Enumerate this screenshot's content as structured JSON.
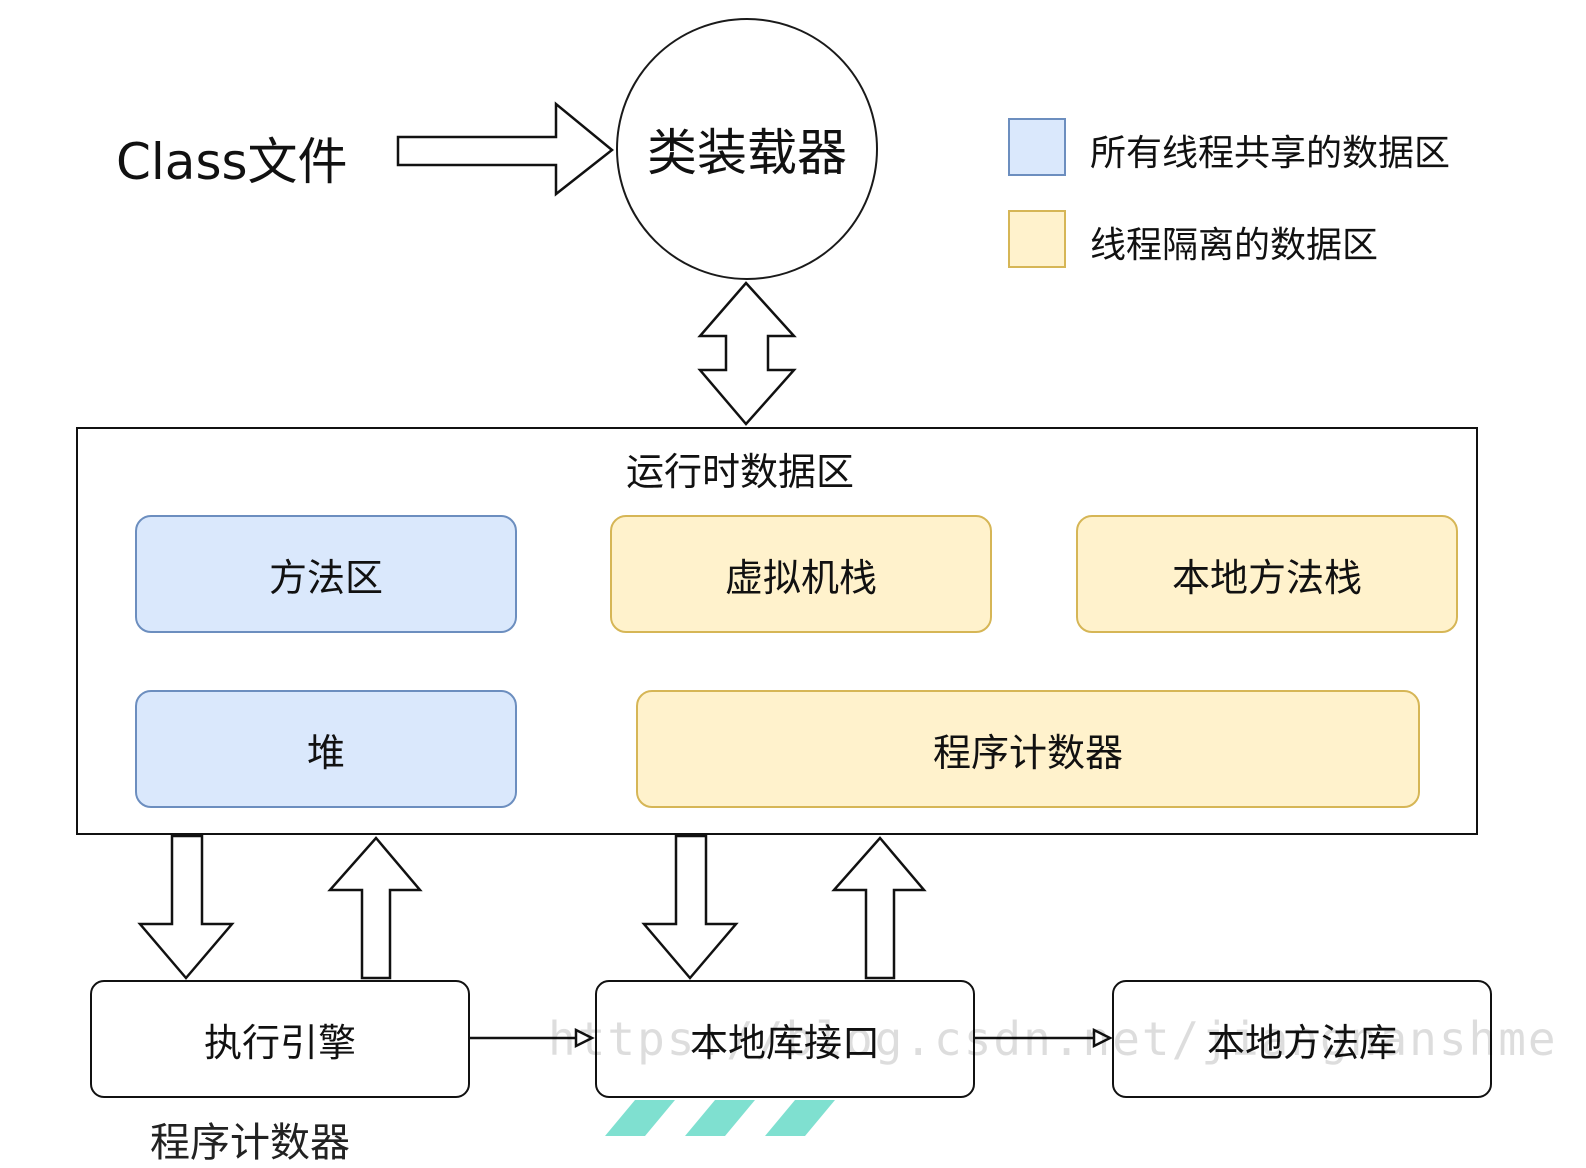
{
  "class_file": {
    "label": "Class文件"
  },
  "class_loader": {
    "label": "类装载器"
  },
  "legend": [
    {
      "label": "所有线程共享的数据区",
      "color": "#dae8fc",
      "border": "#6c8ebf"
    },
    {
      "label": "线程隔离的数据区",
      "color": "#fff2cc",
      "border": "#d6b656"
    }
  ],
  "runtime": {
    "title": "运行时数据区",
    "regions": [
      {
        "label": "方法区",
        "kind": "shared"
      },
      {
        "label": "虚拟机栈",
        "kind": "isolated"
      },
      {
        "label": "本地方法栈",
        "kind": "isolated"
      },
      {
        "label": "堆",
        "kind": "shared"
      },
      {
        "label": "程序计数器",
        "kind": "isolated"
      }
    ]
  },
  "bottom": {
    "execution_engine": "执行引擎",
    "native_interface": "本地库接口",
    "native_library": "本地方法库"
  },
  "watermark": "https://blog.csdn.net/jiangnanshme",
  "cut_text": "程序计数器"
}
